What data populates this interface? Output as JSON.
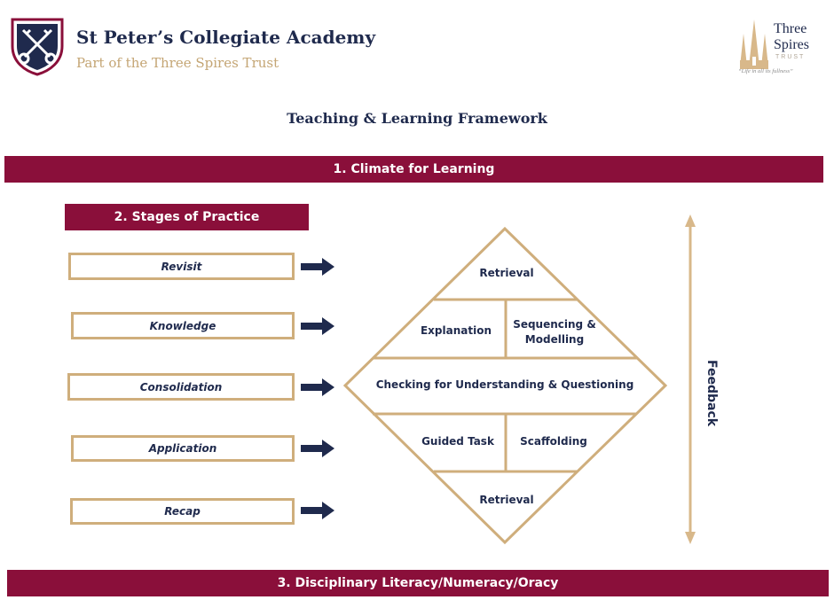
{
  "header": {
    "school_name": "St Peter’s Collegiate Academy",
    "school_subtitle": "Part of the Three Spires Trust",
    "trust_name_line1": "Three",
    "trust_name_line2": "Spires",
    "trust_word": "TRUST",
    "trust_motto": "“Life in all its fullness”"
  },
  "title": "Teaching & Learning Framework",
  "climate": "1. Climate for Learning",
  "stages_header": "2. Stages of Practice",
  "stages": [
    "Revisit",
    "Knowledge",
    "Consolidation",
    "Application",
    "Recap"
  ],
  "diamond": {
    "retrieval_top": "Retrieval",
    "explanation": "Explanation",
    "sequencing_line1": "Sequencing &",
    "sequencing_line2": "Modelling",
    "checking": "Checking for Understanding & Questioning",
    "guided_task": "Guided Task",
    "scaffolding": "Scaffolding",
    "retrieval_bottom": "Retrieval"
  },
  "feedback": "Feedback",
  "literacy": "3. Disciplinary Literacy/Numeracy/Oracy",
  "colors": {
    "navy": "#1f2a4d",
    "maroon": "#8a0f3a",
    "gold": "#cfae7c"
  },
  "icons": [
    "crossed-keys-crest-icon",
    "three-spires-logo-icon",
    "right-arrow-icon",
    "double-arrow-icon"
  ]
}
